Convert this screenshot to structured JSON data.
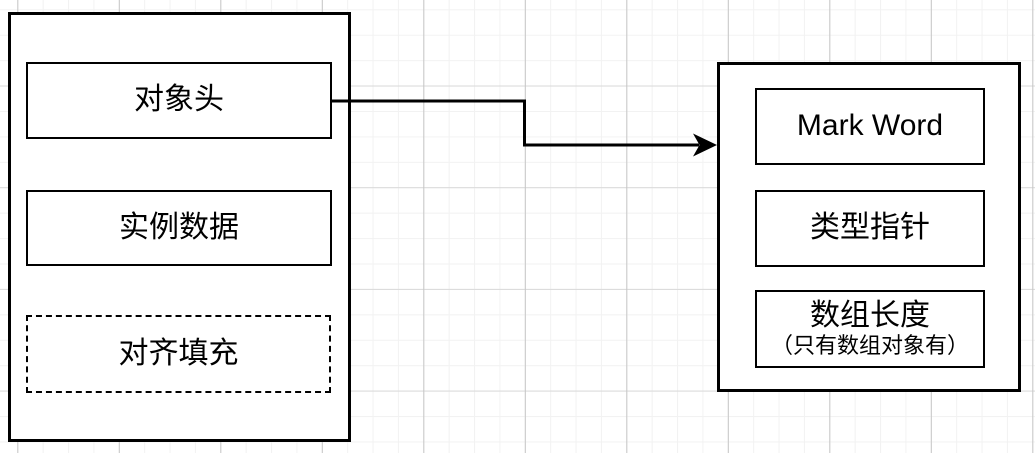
{
  "diagram": {
    "object_layout": {
      "object_header_label": "对象头",
      "instance_data_label": "实例数据",
      "alignment_padding_label": "对齐填充"
    },
    "header_detail": {
      "mark_word_label": "Mark Word",
      "type_pointer_label": "类型指针",
      "array_length_label": "数组长度",
      "array_length_note": "（只有数组对象有）"
    },
    "connector": {
      "from": "对象头",
      "to": "header-detail-group",
      "style": "orthogonal-elbow-arrow"
    },
    "colors": {
      "stroke": "#000000",
      "fill": "#ffffff",
      "grid_minor": "#f2f2f2",
      "grid_major": "#c6c6c6"
    }
  }
}
